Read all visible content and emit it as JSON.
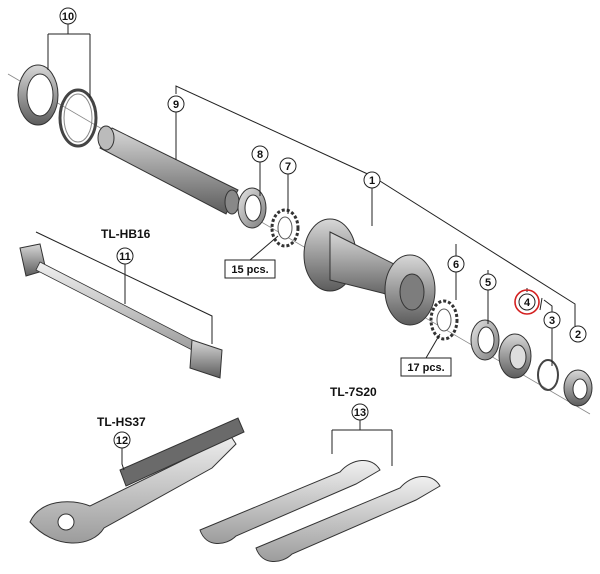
{
  "callouts": {
    "c1": "1",
    "c2": "2",
    "c3": "3",
    "c4": "4",
    "c5": "5",
    "c6": "6",
    "c7": "7",
    "c8": "8",
    "c9": "9",
    "c10": "10",
    "c11": "11",
    "c12": "12",
    "c13": "13"
  },
  "tool_labels": {
    "hub_tool": "TL-HB16",
    "wrench_tool": "TL-HS37",
    "cone_wrench_set": "TL-7S20"
  },
  "quantity_boxes": {
    "left_bearing": "15 pcs.",
    "right_bearing": "17 pcs."
  },
  "highlight_color": "#d42020"
}
